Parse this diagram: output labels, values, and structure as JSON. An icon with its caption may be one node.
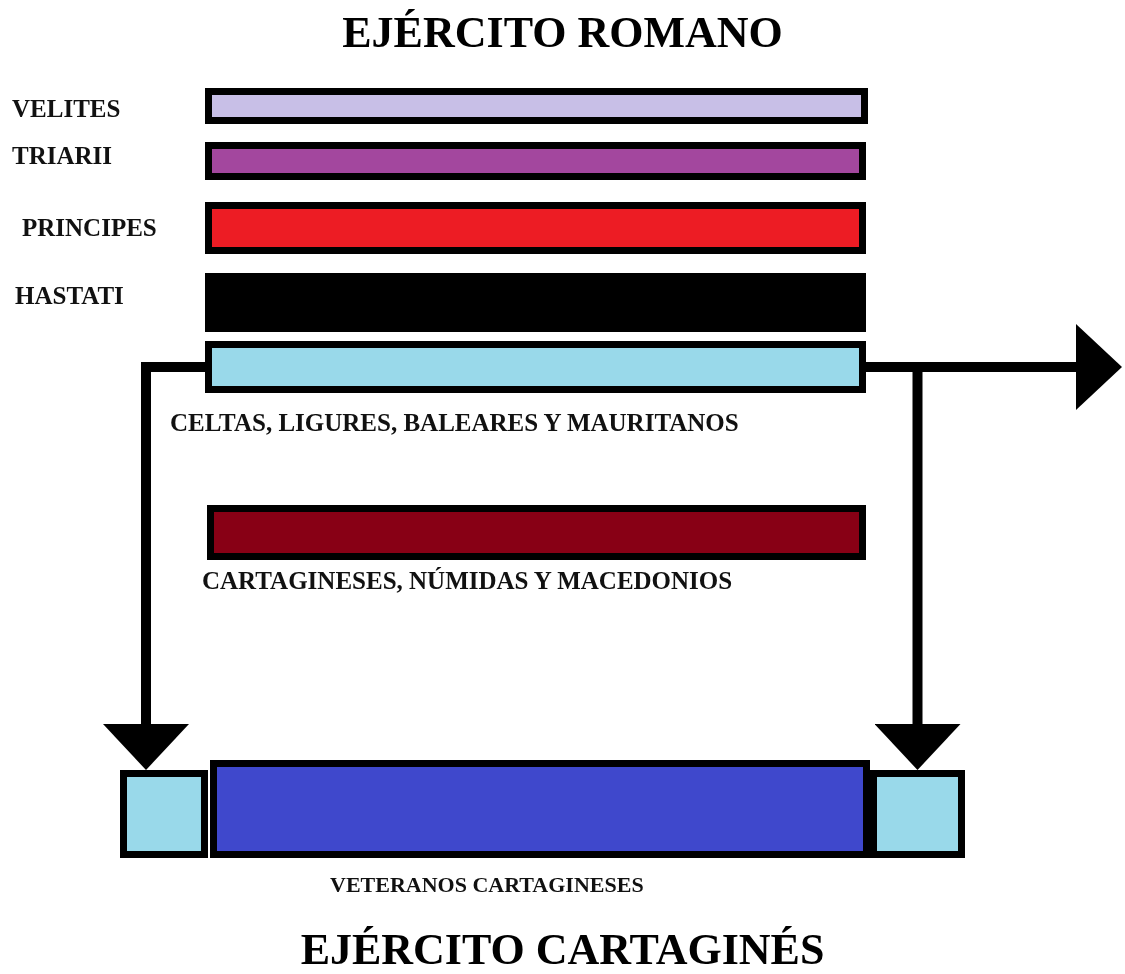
{
  "diagram": {
    "title": "EJÉRCITO ROMANO",
    "caption": "EJÉRCITO CARTAGINÉS",
    "nodes": [
      {
        "text": [
          "VELITES"
        ]
      },
      {
        "text": [
          "TRIARII"
        ]
      },
      {
        "text": [
          "PRINCIPES"
        ]
      },
      {
        "text": [
          "HASTATI"
        ]
      },
      {
        "text": [
          "CELTAS, LIGURES, BALEARES Y MAURITANOS"
        ]
      },
      {
        "text": [
          "CARTAGINESES, NÚMIDAS Y MACEDONIOS"
        ]
      },
      {
        "text": [],
        "shape": "box"
      },
      {
        "text": [
          "VETERANOS CARTAGINESES"
        ]
      },
      {
        "text": [],
        "shape": "box"
      }
    ],
    "edges": [
      {
        "from": 4,
        "to": null,
        "arrow": "to"
      },
      {
        "from": 4,
        "to": 6,
        "arrow": "to"
      },
      {
        "from": 4,
        "to": 8,
        "arrow": "to"
      }
    ]
  }
}
